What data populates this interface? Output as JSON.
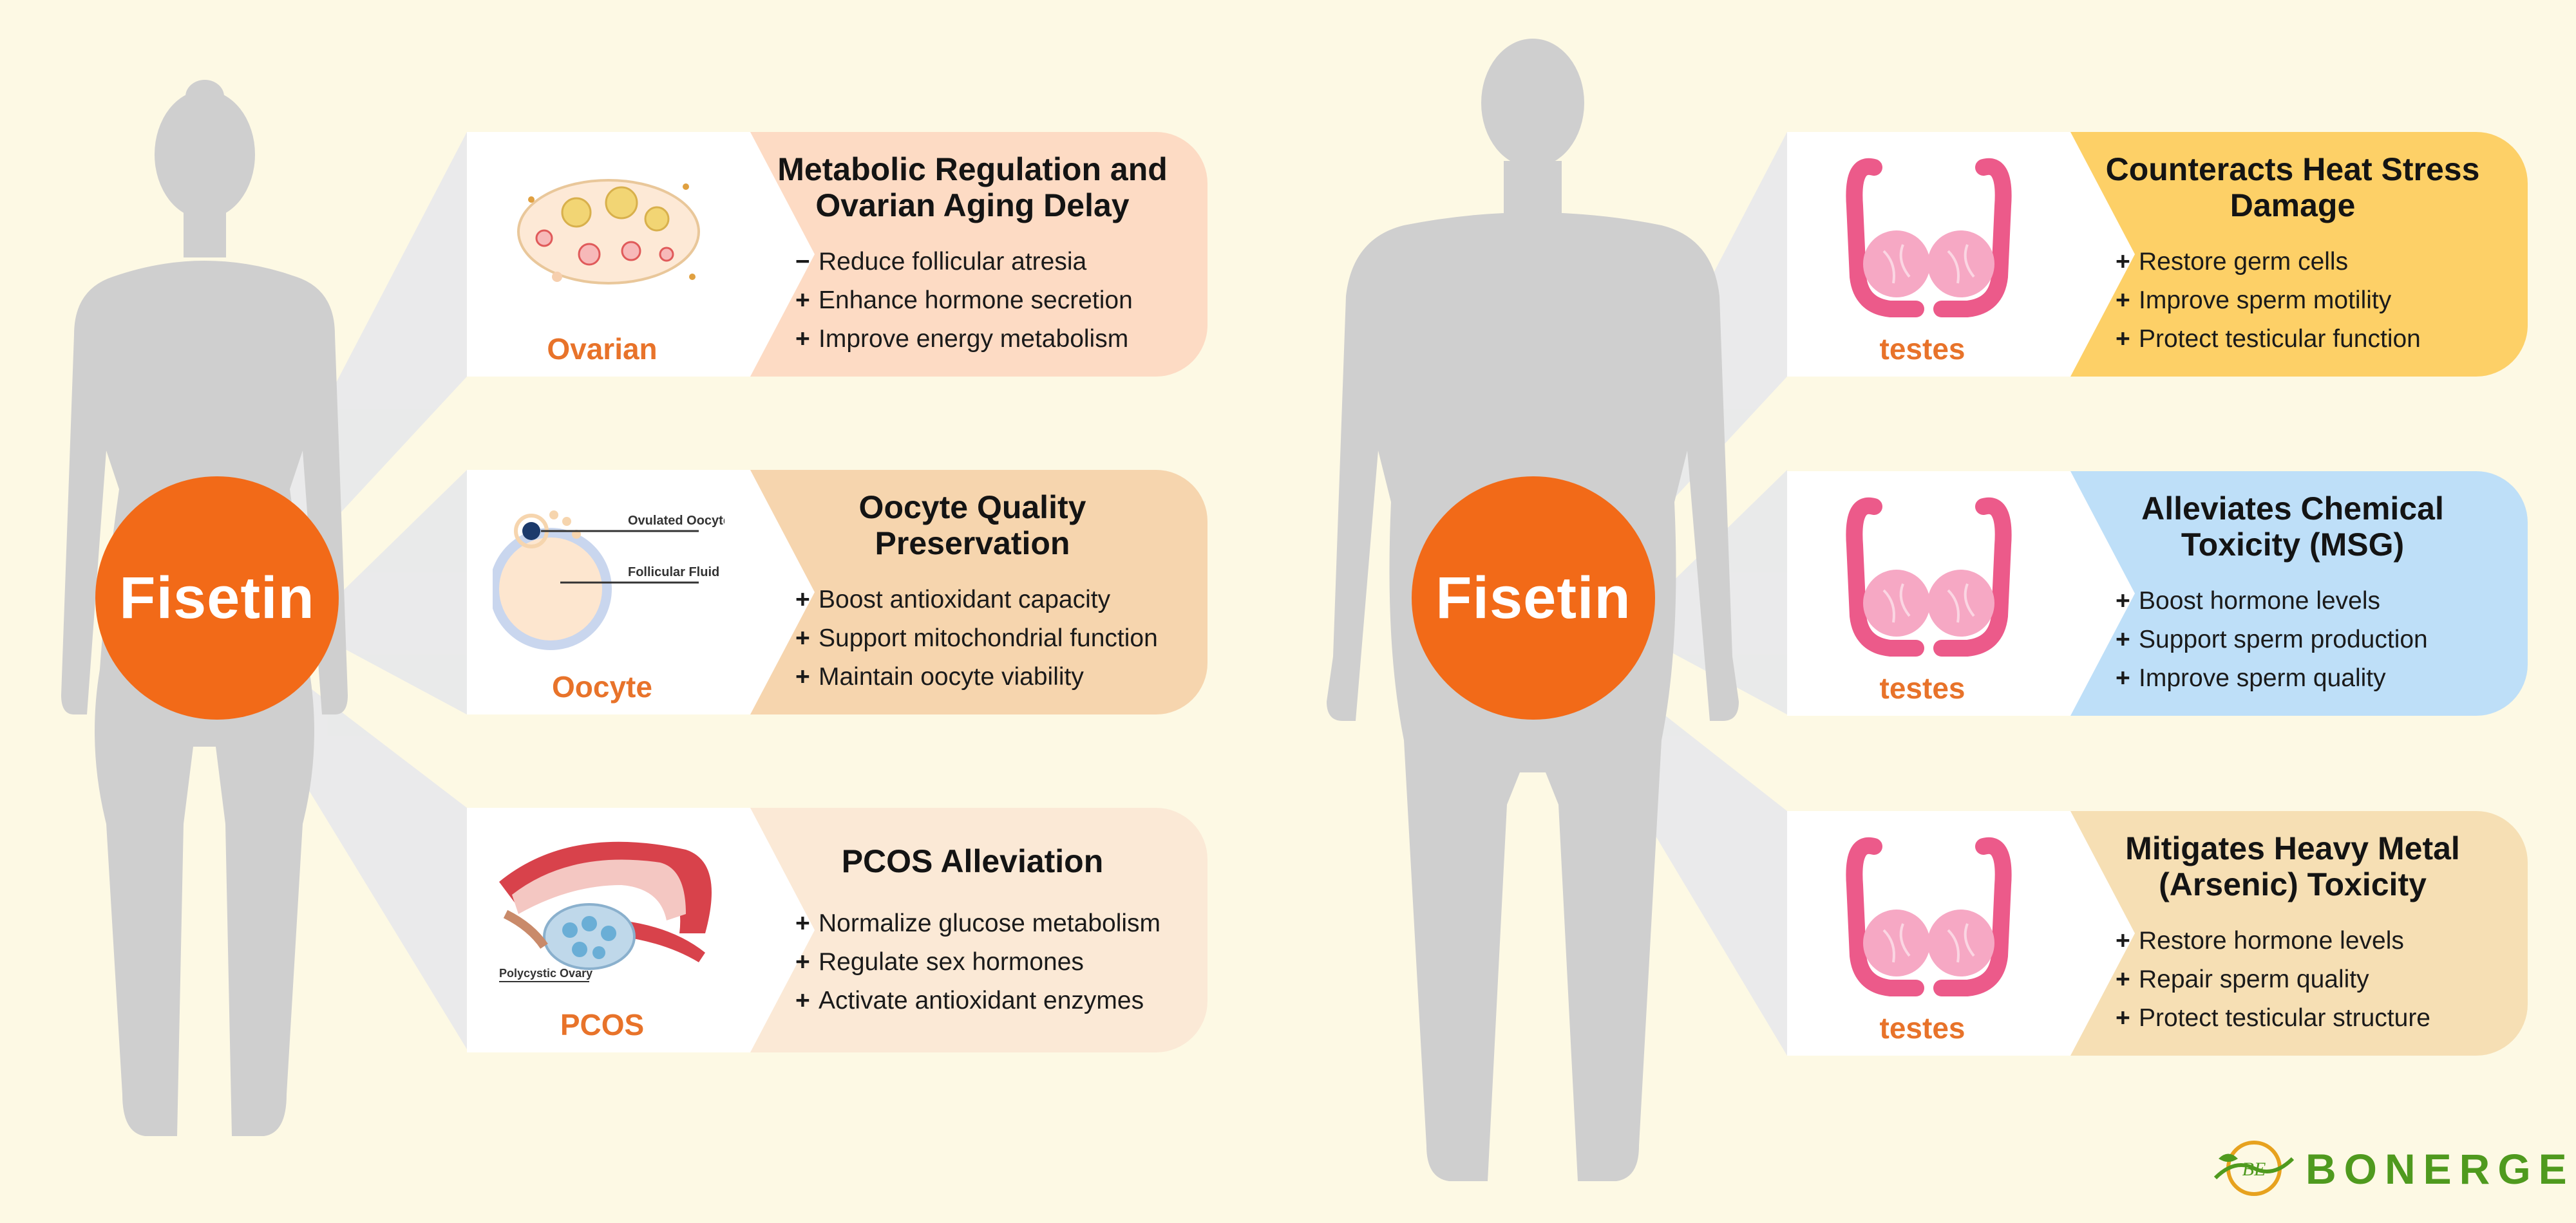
{
  "brand": {
    "logo_text": "BONERGE",
    "logo_mark": "BE",
    "green": "#4f9a1e",
    "orange": "#f26a18"
  },
  "left_panel": {
    "center_label": "Fisetin",
    "figure": "female-silhouette",
    "cards": [
      {
        "caption": "Ovarian",
        "title_lines": [
          "Metabolic Regulation and",
          "Ovarian Aging Delay"
        ],
        "color": "#fddbc4",
        "bullets": [
          {
            "symbol": "−",
            "text": "Reduce follicular atresia"
          },
          {
            "symbol": "+",
            "text": "Enhance hormone secretion"
          },
          {
            "symbol": "+",
            "text": "Improve energy metabolism"
          }
        ]
      },
      {
        "caption": "Oocyte",
        "title_lines": [
          "Oocyte Quality",
          "Preservation"
        ],
        "color": "#f6d5ae",
        "illustration_labels": [
          "Ovulated Oocyte",
          "Follicular Fluid"
        ],
        "bullets": [
          {
            "symbol": "+",
            "text": "Boost antioxidant capacity"
          },
          {
            "symbol": "+",
            "text": "Support mitochondrial function"
          },
          {
            "symbol": "+",
            "text": "Maintain oocyte viability"
          }
        ]
      },
      {
        "caption": "PCOS",
        "title_lines": [
          "PCOS Alleviation"
        ],
        "color": "#fbe9d6",
        "illustration_labels": [
          "Polycystic Ovary"
        ],
        "bullets": [
          {
            "symbol": "+",
            "text": "Normalize glucose metabolism"
          },
          {
            "symbol": "+",
            "text": "Regulate sex hormones"
          },
          {
            "symbol": "+",
            "text": "Activate antioxidant enzymes"
          }
        ]
      }
    ]
  },
  "right_panel": {
    "center_label": "Fisetin",
    "figure": "male-silhouette",
    "cards": [
      {
        "caption": "testes",
        "title_lines": [
          "Counteracts Heat Stress",
          "Damage"
        ],
        "color": "#fdd067",
        "bullets": [
          {
            "symbol": "+",
            "text": "Restore germ cells"
          },
          {
            "symbol": "+",
            "text": "Improve sperm motility"
          },
          {
            "symbol": "+",
            "text": "Protect testicular function"
          }
        ]
      },
      {
        "caption": "testes",
        "title_lines": [
          "Alleviates Chemical",
          "Toxicity (MSG)"
        ],
        "color": "#bedff8",
        "bullets": [
          {
            "symbol": "+",
            "text": "Boost hormone levels"
          },
          {
            "symbol": "+",
            "text": "Support sperm production"
          },
          {
            "symbol": "+",
            "text": "Improve sperm quality"
          }
        ]
      },
      {
        "caption": "testes",
        "title_lines": [
          "Mitigates Heavy Metal",
          "(Arsenic) Toxicity"
        ],
        "color": "#f6dfb4",
        "bullets": [
          {
            "symbol": "+",
            "text": "Restore hormone levels"
          },
          {
            "symbol": "+",
            "text": "Repair sperm quality"
          },
          {
            "symbol": "+",
            "text": "Protect testicular structure"
          }
        ]
      }
    ]
  }
}
